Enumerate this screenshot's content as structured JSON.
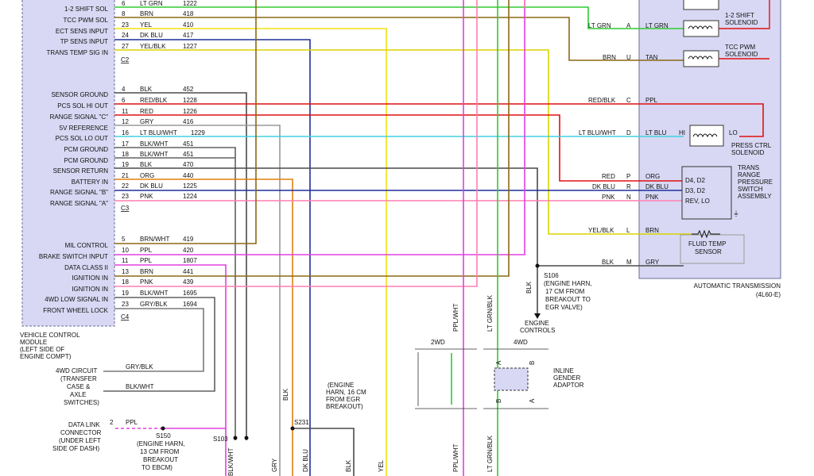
{
  "vcm": {
    "label": [
      "VEHICLE CONTROL",
      "MODULE",
      "(LEFT SIDE OF",
      "ENGINE COMPT)"
    ],
    "connectors": [
      "C2",
      "C3",
      "C4"
    ],
    "pins": [
      {
        "name": "1-2 SHIFT SOL",
        "num": "6",
        "wire": "LT GRN",
        "circuit": "1222"
      },
      {
        "name": "TCC PWM SOL",
        "num": "8",
        "wire": "BRN",
        "circuit": "418"
      },
      {
        "name": "ECT SENS INPUT",
        "num": "23",
        "wire": "YEL",
        "circuit": "410"
      },
      {
        "name": "TP SENS INPUT",
        "num": "24",
        "wire": "DK BLU",
        "circuit": "417"
      },
      {
        "name": "TRANS TEMP SIG IN",
        "num": "27",
        "wire": "YEL/BLK",
        "circuit": "1227"
      },
      {
        "name": "SENSOR GROUND",
        "num": "4",
        "wire": "BLK",
        "circuit": "452"
      },
      {
        "name": "PCS SOL HI OUT",
        "num": "6",
        "wire": "RED/BLK",
        "circuit": "1228"
      },
      {
        "name": "RANGE SIGNAL \"C\"",
        "num": "11",
        "wire": "RED",
        "circuit": "1226"
      },
      {
        "name": "5V REFERENCE",
        "num": "12",
        "wire": "GRY",
        "circuit": "416"
      },
      {
        "name": "PCS SOL LO OUT",
        "num": "16",
        "wire": "LT BLU/WHT",
        "circuit": "1229"
      },
      {
        "name": "PCM GROUND",
        "num": "17",
        "wire": "BLK/WHT",
        "circuit": "451"
      },
      {
        "name": "PCM GROUND",
        "num": "18",
        "wire": "BLK/WHT",
        "circuit": "451"
      },
      {
        "name": "SENSOR RETURN",
        "num": "19",
        "wire": "BLK",
        "circuit": "470"
      },
      {
        "name": "BATTERY IN",
        "num": "21",
        "wire": "ORG",
        "circuit": "440"
      },
      {
        "name": "RANGE SIGNAL \"B\"",
        "num": "22",
        "wire": "DK BLU",
        "circuit": "1225"
      },
      {
        "name": "RANGE SIGNAL \"A\"",
        "num": "23",
        "wire": "PNK",
        "circuit": "1224"
      },
      {
        "name": "MIL CONTROL",
        "num": "5",
        "wire": "BRN/WHT",
        "circuit": "419"
      },
      {
        "name": "BRAKE SWITCH INPUT",
        "num": "10",
        "wire": "PPL",
        "circuit": "420"
      },
      {
        "name": "DATA CLASS II",
        "num": "11",
        "wire": "PPL",
        "circuit": "1807"
      },
      {
        "name": "IGNITION IN",
        "num": "13",
        "wire": "BRN",
        "circuit": "441"
      },
      {
        "name": "IGNITION IN",
        "num": "18",
        "wire": "PNK",
        "circuit": "439"
      },
      {
        "name": "4WD LOW SIGNAL IN",
        "num": "19",
        "wire": "BLK/WHT",
        "circuit": "1695"
      },
      {
        "name": "FRONT WHEEL LOCK",
        "num": "23",
        "wire": "GRY/BLK",
        "circuit": "1694"
      }
    ]
  },
  "transmission": {
    "label": [
      "AUTOMATIC TRANSMISSION",
      "(4L60-E)"
    ],
    "components": {
      "shift_sol": [
        "1-2 SHIFT",
        "SOLENOID"
      ],
      "tcc_sol": [
        "TCC PWM",
        "SOLENOID"
      ],
      "press_sol": [
        "PRESS CTRL",
        "SOLENOID"
      ],
      "hi": "HI",
      "lo": "LO",
      "switch_assembly": [
        "TRANS",
        "RANGE",
        "PRESSURE",
        "SWITCH",
        "ASSEMBLY"
      ],
      "switch_ranges": [
        "D4, D2",
        "D3, D2",
        "REV, LO"
      ],
      "fluid_sensor": [
        "FLUID TEMP",
        "SENSOR"
      ]
    },
    "pins": [
      {
        "ext": "LT GRN",
        "letter": "A",
        "int": "LT GRN"
      },
      {
        "ext": "BRN",
        "letter": "U",
        "int": "TAN"
      },
      {
        "ext": "RED/BLK",
        "letter": "C",
        "int": "PPL"
      },
      {
        "ext": "LT BLU/WHT",
        "letter": "D",
        "int": "LT BLU"
      },
      {
        "ext": "RED",
        "letter": "P",
        "int": "ORG"
      },
      {
        "ext": "DK BLU",
        "letter": "R",
        "int": "DK BLU"
      },
      {
        "ext": "PNK",
        "letter": "N",
        "int": "PNK"
      },
      {
        "ext": "YEL/BLK",
        "letter": "L",
        "int": "BRN"
      },
      {
        "ext": "BLK",
        "letter": "M",
        "int": "GRY"
      }
    ]
  },
  "splices": {
    "s106": [
      "S106",
      "(ENGINE HARN,",
      "17 CM FROM",
      "BREAKOUT TO",
      "EGR VALVE)"
    ],
    "engine_controls": [
      "ENGINE",
      "CONTROLS"
    ],
    "s106_wire": "BLK",
    "s231": "S231",
    "s231_note": [
      "(ENGINE",
      "HARN, 16 CM",
      "FROM EGR",
      "BREAKOUT)"
    ],
    "s150": [
      "S150",
      "(ENGINE HARN,",
      "13 CM FROM",
      "BREAKOUT",
      "TO EBCM)"
    ],
    "s103": "S103"
  },
  "circuit_4wd": {
    "label": [
      "4WD CIRCUIT",
      "(TRANSFER",
      "CASE &",
      "AXLE",
      "SWITCHES)"
    ],
    "wires": [
      "GRY/BLK",
      "BLK/WHT"
    ]
  },
  "dlc": {
    "label": [
      "DATA LINK",
      "CONNECTOR",
      "(UNDER LEFT",
      "SIDE OF DASH)"
    ],
    "pin": "2",
    "wire": "PPL"
  },
  "adaptor": {
    "left": "2WD",
    "right": "4WD",
    "label": [
      "INLINE",
      "GENDER",
      "ADAPTOR"
    ],
    "a": "A",
    "b": "B"
  },
  "vertical_labels": [
    "PPL/WHT",
    "LT GRN/BLK",
    "BLK",
    "PPL/WHT",
    "LT GRN/BLK",
    "BLK",
    "YEL",
    "DK BLU",
    "GRY",
    "BLK/WHT"
  ],
  "colors": {
    "ltgrn": "#2ecc2e",
    "brn": "#8b6914",
    "yel": "#f2e010",
    "dkblu": "#1f2f9c",
    "yelblk": "#d8d400",
    "blk": "#4a4a4a",
    "red": "#e01010",
    "gry": "#9a9a9a",
    "ltbluwht": "#40d0e0",
    "org": "#e08010",
    "pnk": "#ff7fb0",
    "ppl": "#e040e0",
    "module": "#d8d8f4",
    "gryblk": "#7a7a7a",
    "blkwht": "#606060"
  }
}
